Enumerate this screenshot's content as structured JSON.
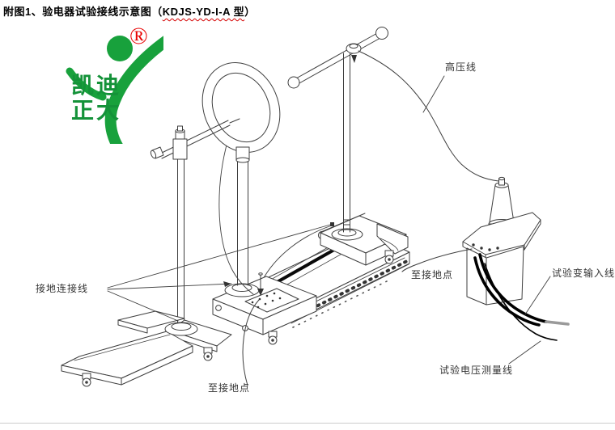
{
  "title": {
    "prefix": "附图1、验电器试验接线示意图（",
    "model": "KDJS-YD-I-A 型",
    "suffix": "）"
  },
  "logo": {
    "registered_mark": "®",
    "company_name": "凯迪正大",
    "name_line1": "凯迪",
    "name_line2": "正大",
    "brand_green": "#18A13C",
    "brand_red": "#E80000"
  },
  "labels": {
    "high_voltage": {
      "text": "高压线"
    },
    "ground_connection": {
      "text": "接地连接线"
    },
    "to_ground_right": {
      "text": "至接地点"
    },
    "to_ground_bottom": {
      "text": "至接地点"
    },
    "transformer_input": {
      "text": "试验变输入线"
    },
    "voltage_measurement": {
      "text": "试验电压测量线"
    }
  },
  "colors": {
    "line_art": "#3f3f3f",
    "cable_black": "#000000",
    "cable_tail_gray": "#9a9a9a",
    "underline_red": "#d40000"
  }
}
